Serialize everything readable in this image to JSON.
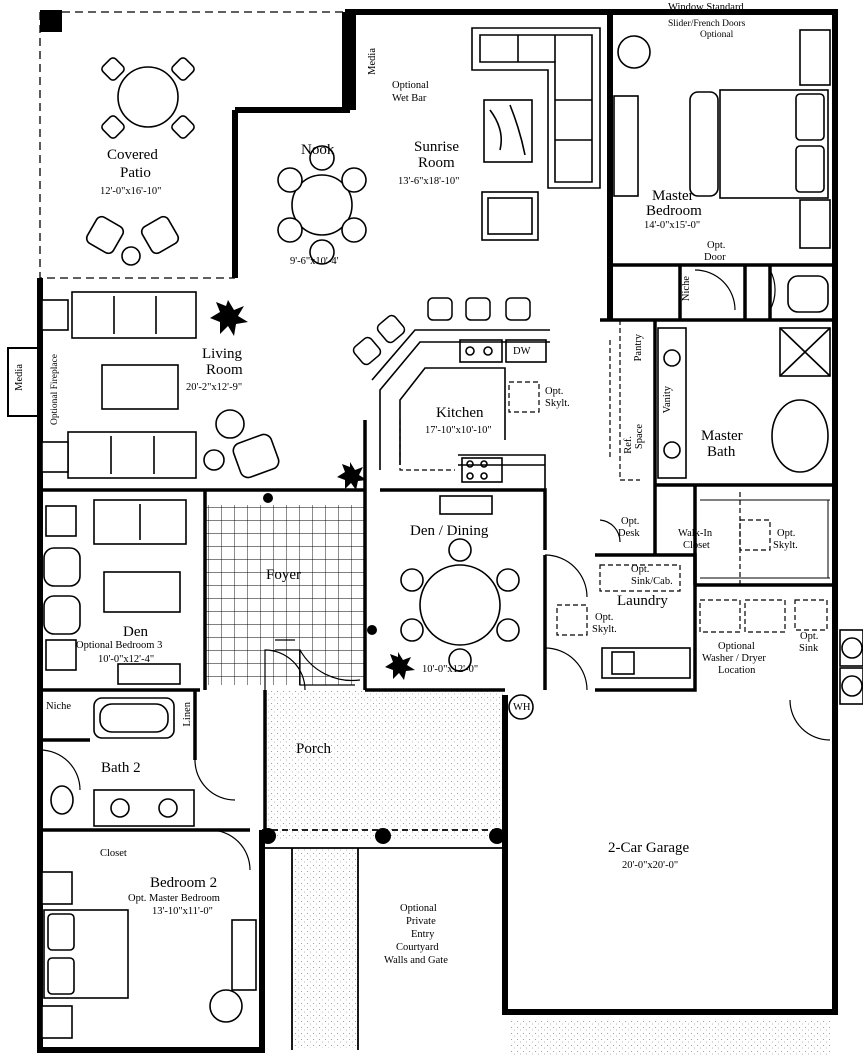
{
  "top": {
    "window_standard": "Window Standard",
    "slider_doors": "Slider/French Doors",
    "slider_optional": "Optional"
  },
  "rooms": {
    "covered_patio": {
      "name1": "Covered",
      "name2": "Patio",
      "dims": "12'-0\"x16'-10\""
    },
    "nook": {
      "name": "Nook",
      "dims": "9'-6\"x10'-4'"
    },
    "sunrise_room": {
      "name1": "Sunrise",
      "name2": "Room",
      "dims": "13'-6\"x18'-10\""
    },
    "master_bedroom": {
      "name1": "Master",
      "name2": "Bedroom",
      "dims": "14'-0\"x15'-0\""
    },
    "living_room": {
      "name1": "Living",
      "name2": "Room",
      "dims": "20'-2\"x12'-9\""
    },
    "kitchen": {
      "name": "Kitchen",
      "dims": "17'-10\"x10'-10\""
    },
    "master_bath": {
      "name1": "Master",
      "name2": "Bath"
    },
    "foyer": {
      "name": "Foyer"
    },
    "den_dining": {
      "name": "Den / Dining",
      "dims": "10'-0\"x12'-0\""
    },
    "den": {
      "name": "Den",
      "sub": "Optional Bedroom 3",
      "dims": "10'-0\"x12'-4\""
    },
    "laundry": {
      "name": "Laundry"
    },
    "bath2": {
      "name": "Bath 2"
    },
    "porch": {
      "name": "Porch"
    },
    "garage": {
      "name": "2-Car Garage",
      "dims": "20'-0\"x20'-0\""
    },
    "bedroom2": {
      "name": "Bedroom 2",
      "sub": "Opt. Master Bedroom",
      "dims": "13'-10\"x11'-0\""
    }
  },
  "labels": {
    "media_top": "Media",
    "optional": "Optional",
    "wet_bar": "Wet Bar",
    "opt": "Opt.",
    "door": "Door",
    "niche": "Niche",
    "pantry": "Pantry",
    "vanity": "Vanity",
    "dw": "DW",
    "skylt": "Skylt.",
    "media_left": "Media",
    "optional_fireplace": "Optional Fireplace",
    "ref": "Ref.",
    "space": "Space",
    "desk": "Desk",
    "walk_in": "Walk-In",
    "closet": "Closet",
    "sink_cab": "Sink/Cab.",
    "sink": "Sink",
    "washer_dryer": "Washer / Dryer",
    "location": "Location",
    "wh": "WH",
    "linen": "Linen",
    "courtyard_1": "Optional",
    "courtyard_2": "Private",
    "courtyard_3": "Entry",
    "courtyard_4": "Courtyard",
    "courtyard_5": "Walls and Gate"
  }
}
